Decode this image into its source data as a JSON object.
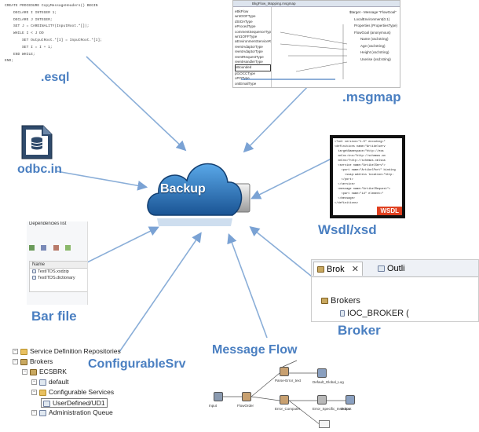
{
  "labels": {
    "esql": ".esql",
    "msgmap": ".msgmap",
    "odbc": "odbc.in",
    "wsdl": "Wsdl/xsd",
    "barfile": "Bar file",
    "configsrv": "ConfigurableSrv",
    "broker": "Broker",
    "msgflow": "Message Flow",
    "backup": "Backup"
  },
  "esql_code": [
    "CREATE PROCEDURE CopyMessageHeaders() BEGIN",
    "    DECLARE I INTEGER 1;",
    "    DECLARE J INTEGER;",
    "    SET J = CARDINALITY(InputRoot.*[]);",
    "    WHILE I < J DO",
    "        SET OutputRoot.*[I] = InputRoot.*[I];",
    "        SET I = I + 1;",
    "    END WHILE;",
    "END;"
  ],
  "msgmap": {
    "tab": "BkgFlow_Mapping.msgmap",
    "left_items": [
      "eBkFlow",
      "wntOOFType",
      "dSIOAType",
      "eProcedType",
      "commentSequenceType",
      "wnt1OFFType",
      "aEnvironmentServiceRegistryType",
      "reentAdaptorType",
      "reentAdaptorType",
      "reentRequestType",
      "reentHandlerType",
      "sBounded",
      "pt1OCCType",
      "oPOType",
      "ontEmailType"
    ],
    "right_items": [
      "$target - Message \"FlowGoal\"",
      "LocalEnvironment(0.1)",
      "Properties (PropertiesType)",
      "FlowGoal (anonymous)",
      "Name (xsd:string)",
      "Age (xsd:string)",
      "Height (xsd:string)",
      "Userise (xsd:string)"
    ]
  },
  "wsdl_code": [
    "<?xml version=\"1.0\" encoding=\"",
    "<definitions name=\"Artikelserv",
    "  targetNamespace=\"http://exa",
    "  xmlns:tns=\"http://schemas.xm",
    "  xmlns=\"http://schemas.xmlsoa",
    "  <service name=\"ArtikelServ\">",
    "    <port name=\"ArtikelPort\" binding",
    "      <soap:address location=\"http:",
    "    </port>",
    "  </service>",
    "  <message name=\"ArtikelRequest\">",
    "    <part name=\"id\" element=\"",
    "  </message>",
    "",
    "</definitions>"
  ],
  "wsdl_badge": "WSDL",
  "barfile_panel": {
    "title": "Dependencies list",
    "column": "Name",
    "items": [
      "TestITDS.xsdzip",
      "TestITDS.dictionary"
    ]
  },
  "broker_panel": {
    "tab1": "Brok",
    "tab2": "Outli",
    "header": "Brokers",
    "item": "IOC_BROKER ("
  },
  "config_tree": [
    {
      "text": "Service Definition Repositories",
      "level": 0,
      "icon": "folder"
    },
    {
      "text": "Brokers",
      "level": 0,
      "icon": "brk"
    },
    {
      "text": "ECSBRK",
      "level": 1,
      "icon": "brk"
    },
    {
      "text": "default",
      "level": 2,
      "icon": "doc"
    },
    {
      "text": "Configurable Services",
      "level": 2,
      "icon": "folder"
    },
    {
      "text": "UserDefined/UD1",
      "level": 3,
      "icon": "doc",
      "selected": true
    },
    {
      "text": "Administration Queue",
      "level": 2,
      "icon": "doc"
    }
  ],
  "flow_nodes": [
    {
      "id": "input",
      "label": "Input"
    },
    {
      "id": "floworder",
      "label": "FlowOrder"
    },
    {
      "id": "parseerror",
      "label": "Parse-Error_text"
    },
    {
      "id": "defaultlog",
      "label": "Default_Global_Log"
    },
    {
      "id": "errorcomputer",
      "label": "Error_Computer"
    },
    {
      "id": "errorinsertion",
      "label": "Error_Specific_Insertion"
    },
    {
      "id": "output",
      "label": "Output"
    }
  ],
  "colors": {
    "label": "#4a7fc1",
    "arrow": "#8aaed8",
    "cloud_dark": "#1f5fa0",
    "cloud_light": "#4a95d8"
  }
}
